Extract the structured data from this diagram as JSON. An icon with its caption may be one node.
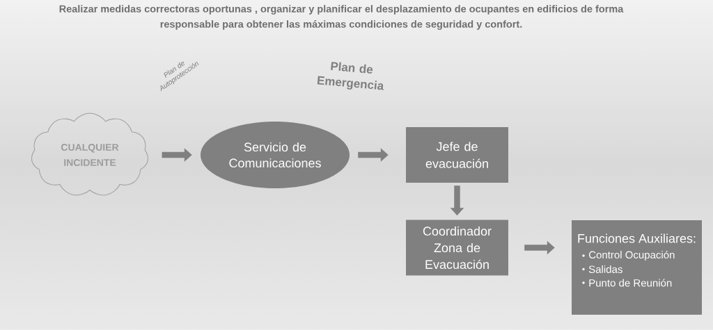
{
  "diagram": {
    "title": "Realizar medidas correctoras oportunas , organizar y planificar el desplazamiento de ocupantes en edificios de forma responsable para obtener las máximas condiciones de seguridad y confort.",
    "nodes": [
      {
        "text": [
          "CUALQUIER INCIDENTE"
        ]
      },
      {
        "text": [
          "Servicio de Comunicaciones"
        ]
      },
      {
        "text": [
          "Jefe de evacuación"
        ]
      },
      {
        "text": [
          "Coordinador Zona de Evacuación"
        ]
      },
      {
        "text": [
          "Funciones Auxiliares:",
          "Control Ocupación",
          "Salidas",
          "Punto de Reunión"
        ]
      }
    ],
    "edges": [
      {
        "from": 0,
        "to": 1,
        "arrow": "to"
      },
      {
        "from": 1,
        "to": 2,
        "arrow": "to"
      },
      {
        "from": 2,
        "to": 3,
        "arrow": "to"
      },
      {
        "from": 3,
        "to": 4,
        "arrow": "to"
      }
    ],
    "labels": [
      "Plan de Autoprotección",
      "Plan de Emergencia"
    ]
  }
}
